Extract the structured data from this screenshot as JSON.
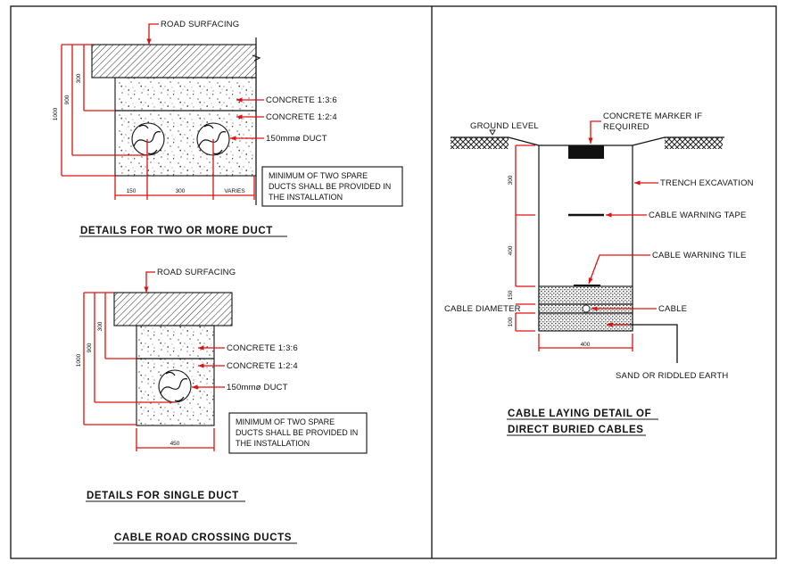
{
  "sheet": {
    "left_panel": {
      "two_duct_detail": {
        "road_label": "ROAD SURFACING",
        "concrete_top_label": "CONCRETE 1:3:6",
        "concrete_bottom_label": "CONCRETE 1:2:4",
        "duct_label": "150mmø DUCT",
        "dims_vertical": [
          "1000",
          "900",
          "300"
        ],
        "dims_horizontal": [
          "150",
          "300",
          "VARIES"
        ],
        "note_lines": [
          "MINIMUM OF TWO SPARE",
          "DUCTS SHALL BE PROVIDED IN",
          "THE INSTALLATION"
        ],
        "title": "DETAILS FOR TWO OR MORE DUCT"
      },
      "single_duct_detail": {
        "road_label": "ROAD SURFACING",
        "concrete_top_label": "CONCRETE 1:3:6",
        "concrete_bottom_label": "CONCRETE 1:2:4",
        "duct_label": "150mmø DUCT",
        "dims_vertical": [
          "1000",
          "900",
          "300"
        ],
        "dims_horizontal": [
          "450"
        ],
        "note_lines": [
          "MINIMUM OF TWO SPARE",
          "DUCTS SHALL BE PROVIDED IN",
          "THE INSTALLATION"
        ],
        "title": "DETAILS FOR SINGLE DUCT"
      },
      "panel_title": "CABLE ROAD CROSSING DUCTS"
    },
    "right_panel": {
      "ground_level_label": "GROUND LEVEL",
      "marker_label_lines": [
        "CONCRETE MARKER IF",
        "REQUIRED"
      ],
      "trench_label": "TRENCH EXCAVATION",
      "tape_label": "CABLE WARNING TAPE",
      "tile_label": "CABLE WARNING TILE",
      "cable_diameter_label": "CABLE DIAMETER",
      "cable_label": "CABLE",
      "sand_label": "SAND OR RIDDLED EARTH",
      "dims_vertical": [
        "300",
        "400",
        "150",
        "100"
      ],
      "dims_horizontal": [
        "400"
      ],
      "title_lines": [
        "CABLE LAYING DETAIL OF",
        "DIRECT BURIED CABLES"
      ]
    }
  }
}
